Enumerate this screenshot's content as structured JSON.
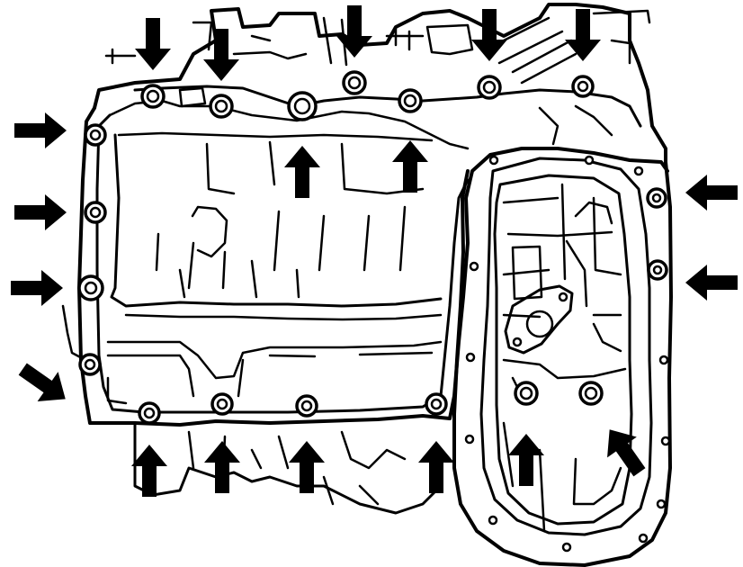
{
  "diagram": {
    "kind": "oil-pan-bolt-removal-illustration",
    "colors": {
      "line": "#000000",
      "background": "#ffffff",
      "arrow": "#000000"
    },
    "bolt_count": 20,
    "arrow_count": 20,
    "arrow_icon": "bolt-indicator-arrow-icon",
    "bolt_icon": "hex-bolt-icon"
  }
}
